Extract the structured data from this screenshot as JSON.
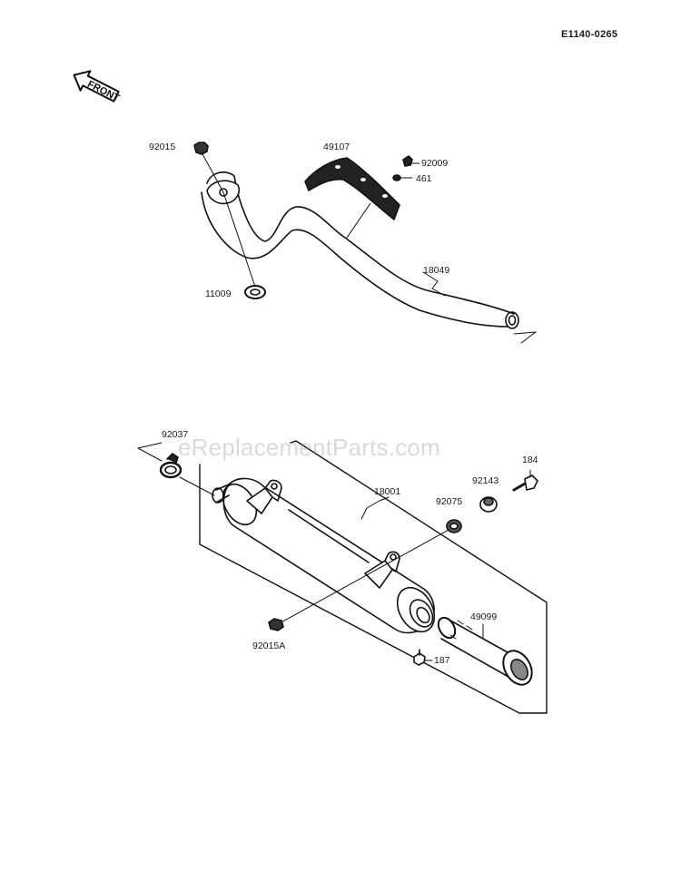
{
  "diagram_code": "E1140-0265",
  "front_label": "FRONT",
  "watermark": "eReplacementParts.com",
  "parts": [
    {
      "id": "92015",
      "name": "nut-top"
    },
    {
      "id": "11009",
      "name": "gasket"
    },
    {
      "id": "49107",
      "name": "heat-guard"
    },
    {
      "id": "92009",
      "name": "screw"
    },
    {
      "id": "461",
      "name": "washer"
    },
    {
      "id": "18049",
      "name": "exhaust-pipe"
    },
    {
      "id": "92037",
      "name": "clamp"
    },
    {
      "id": "18001",
      "name": "muffler"
    },
    {
      "id": "92075",
      "name": "damper"
    },
    {
      "id": "92143",
      "name": "collar"
    },
    {
      "id": "184",
      "name": "bolt"
    },
    {
      "id": "92015A",
      "name": "nut-bottom"
    },
    {
      "id": "49099",
      "name": "spark-arrester"
    },
    {
      "id": "187",
      "name": "bolt-small"
    }
  ]
}
